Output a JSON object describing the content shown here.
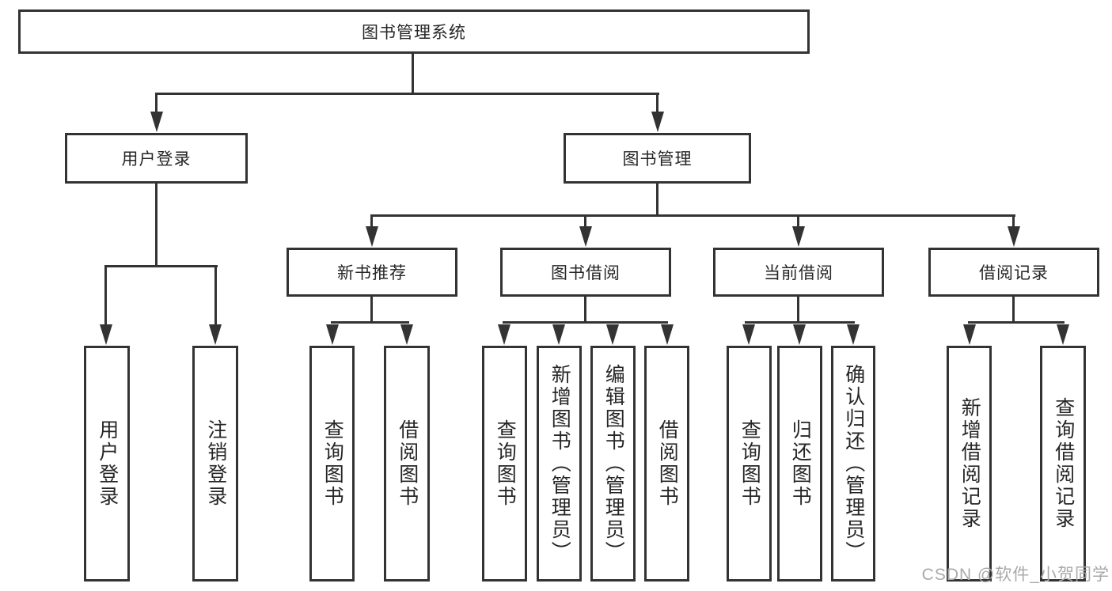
{
  "diagram": {
    "root": {
      "label": "图书管理系统"
    },
    "level2": [
      {
        "label": "用户登录"
      },
      {
        "label": "图书管理"
      }
    ],
    "level3": [
      {
        "label": "新书推荐"
      },
      {
        "label": "图书借阅"
      },
      {
        "label": "当前借阅"
      },
      {
        "label": "借阅记录"
      }
    ],
    "leaves": {
      "user_login": [
        {
          "label": "用户登录"
        },
        {
          "label": "注销登录"
        }
      ],
      "new_book": [
        {
          "label": "查询图书"
        },
        {
          "label": "借阅图书"
        }
      ],
      "book_borrow": [
        {
          "label": "查询图书"
        },
        {
          "label": "新增图书（管理员）"
        },
        {
          "label": "编辑图书（管理员）"
        },
        {
          "label": "借阅图书"
        }
      ],
      "current_borrow": [
        {
          "label": "查询图书"
        },
        {
          "label": "归还图书"
        },
        {
          "label": "确认归还（管理员）"
        }
      ],
      "borrow_records": [
        {
          "label": "新增借阅记录"
        },
        {
          "label": "查询借阅记录"
        }
      ]
    }
  },
  "watermark": {
    "text": "CSDN @软件_小贺同学"
  },
  "colors": {
    "line": "#333333",
    "text": "#262626",
    "background": "#ffffff",
    "watermark": "#a9a9a9"
  }
}
